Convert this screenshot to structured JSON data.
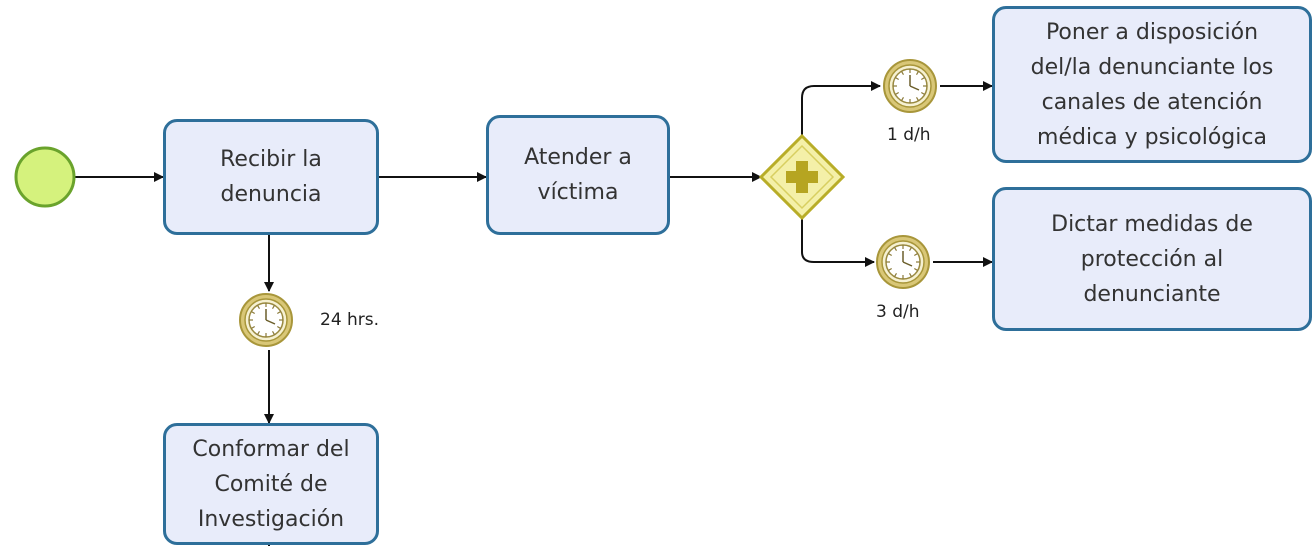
{
  "tasks": {
    "recibir": "Recibir la denuncia",
    "atender": "Atender a víctima",
    "poner": "Poner a disposición del/la denunciante los canales de atención médica y psicológica",
    "dictar": "Dictar medidas de protección al denunciante",
    "conformar": "Conformar del Comité de Investigación"
  },
  "timers": {
    "t24": "24 hrs.",
    "t1": "1 d/h",
    "t3": "3 d/h"
  },
  "colors": {
    "task_fill": "#e8ecfa",
    "task_border": "#2e6f9a",
    "start_fill": "#d5f27d",
    "start_border": "#6aa32c",
    "gateway_fill": "#f4f0a8",
    "gateway_border": "#b8ad28",
    "timer_border": "#b8a94a"
  },
  "icons": {
    "start": "start-event-circle",
    "gateway": "parallel-gateway-plus",
    "timer": "timer-clock-icon"
  }
}
